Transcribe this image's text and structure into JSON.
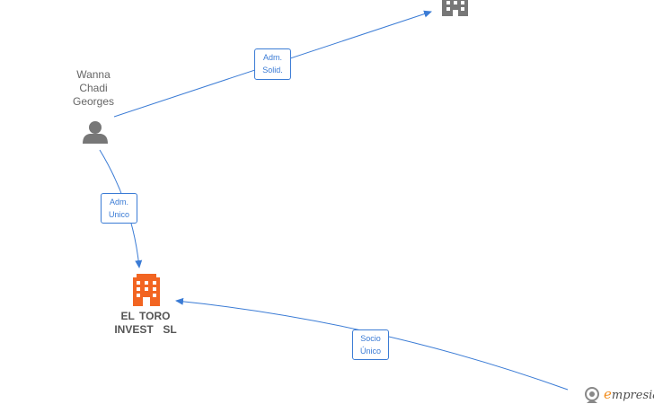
{
  "nodes": {
    "person": {
      "name_lines": [
        "Wanna",
        "Chadi",
        "Georges"
      ],
      "icon": "person-icon"
    },
    "company_main": {
      "name_lines": [
        "EL TORO",
        "INVEST  SL"
      ],
      "icon": "building-icon",
      "color": "#f26522"
    },
    "company_top": {
      "icon": "building-icon",
      "color": "#777777"
    }
  },
  "edges": [
    {
      "from": "person",
      "to": "company_top",
      "label_lines": [
        "Adm.",
        "Solid."
      ]
    },
    {
      "from": "person",
      "to": "company_main",
      "label_lines": [
        "Adm.",
        "Unico"
      ]
    },
    {
      "from": "external",
      "to": "company_main",
      "label_lines": [
        "Socio",
        "Único"
      ]
    }
  ],
  "colors": {
    "edge": "#3a7bd5",
    "person": "#777777",
    "company_main": "#f26522",
    "company_other": "#777777"
  },
  "brand": {
    "initial": "e",
    "rest": "mpresia"
  }
}
